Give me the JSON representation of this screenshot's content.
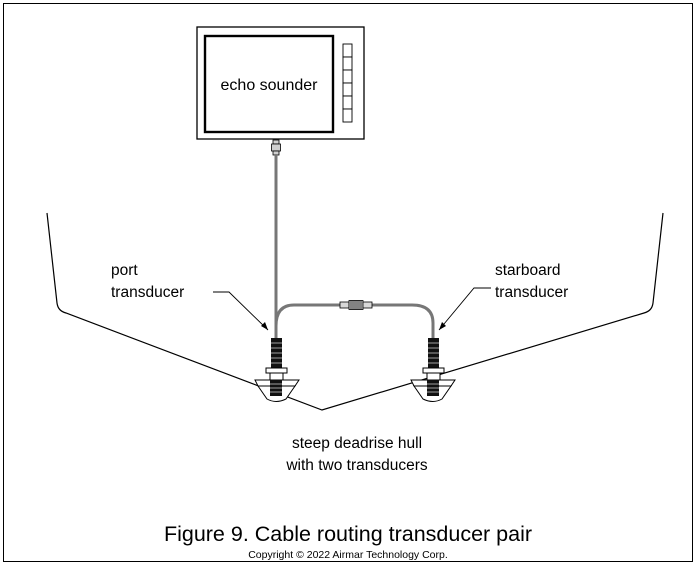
{
  "labels": {
    "device": "echo sounder",
    "port_line1": "port",
    "port_line2": "transducer",
    "starboard_line1": "starboard",
    "starboard_line2": "transducer",
    "hull_line1": "steep deadrise hull",
    "hull_line2": "with two transducers"
  },
  "caption": "Figure 9. Cable routing transducer pair",
  "copyright": "Copyright © 2022 Airmar Technology Corp.",
  "colors": {
    "ink": "#000000",
    "cable": "#777777",
    "background": "#ffffff"
  }
}
